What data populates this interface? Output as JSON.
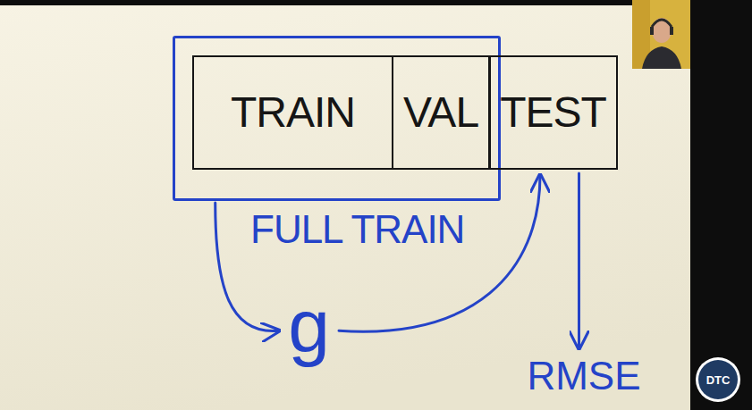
{
  "diagram": {
    "nodes": [
      {
        "text": [
          "FULL TRAIN"
        ]
      },
      {
        "text": [
          "TRAIN"
        ],
        "in": 0
      },
      {
        "text": [
          "VAL"
        ],
        "in": 0
      },
      {
        "text": [
          "TEST"
        ]
      },
      {
        "text": [
          "g"
        ]
      },
      {
        "text": [
          "RMSE"
        ]
      }
    ],
    "edges": [
      {
        "from": 0,
        "to": 4,
        "arrow": "to"
      },
      {
        "from": 4,
        "to": 3,
        "arrow": "to"
      },
      {
        "from": 3,
        "to": 5,
        "arrow": "to"
      }
    ],
    "labels": [
      "DTC"
    ]
  }
}
